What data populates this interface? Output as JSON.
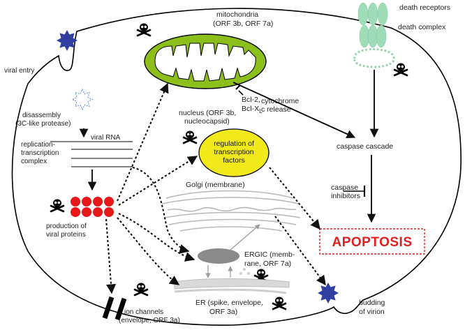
{
  "labels": {
    "mitochondria": [
      "mitochondria",
      "(ORF 3b, ORF 7a)"
    ],
    "death_receptors": "death receptors",
    "death_complex": "death complex",
    "viral_entry": "viral entry",
    "cytochrome": [
      "cytochrome",
      "c release"
    ],
    "bcl2": "Bcl-2,",
    "bclxl": "Bcl-X",
    "bclxl_sub": "L",
    "disassembly": [
      "disassembly",
      "(3C-like protease)"
    ],
    "viral_rna": "viral RNA",
    "nucleus": [
      "nucleus (ORF 3b,",
      "nucleocapsid)"
    ],
    "regulation": [
      "regulation of",
      "transcription",
      "factors"
    ],
    "replication": [
      "replication-",
      "transcription",
      "complex"
    ],
    "caspase_cascade": "caspase cascade",
    "golgi": "Golgi (membrane)",
    "caspase_inhibitors": [
      "caspase",
      "inhibitors"
    ],
    "production": [
      "production of",
      "viral proteins"
    ],
    "apoptosis": "APOPTOSIS",
    "ergic": [
      "ERGIC (memb-",
      "rane, ORF 7a)"
    ],
    "ion_channels": [
      "ion channels",
      "(envelope, ORF 3a)"
    ],
    "er": [
      "ER (spike, envelope,",
      "ORF 3a)"
    ],
    "budding": [
      "budding",
      "of virion"
    ]
  },
  "colors": {
    "mitochondria_fill": "#8dbf1c",
    "nucleus_fill": "#f2e91a",
    "death_receptor_fill": "#9fdcb8",
    "virus_fill": "#2f3f9f",
    "protein_fill": "#e81818",
    "apoptosis_text": "#e02020",
    "ergic_fill": "#8a8a8a",
    "organelle_gray": "#bdbdbd"
  }
}
